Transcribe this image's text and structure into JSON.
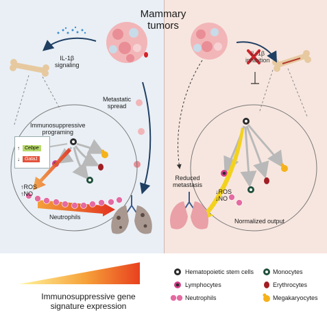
{
  "title": "Mammary\ntumors",
  "left": {
    "il1b": "IL-1β\nsignaling",
    "metastatic": "Metastatic\nspread",
    "programing": "Immunosuppressive\nprograming",
    "gene_up": "Cebpe",
    "gene_down": "Gata1",
    "ros": "↑ROS\n↑NO",
    "neutrophils": "Neutrophils"
  },
  "right": {
    "inhibition": "IL-1β\ninhibition",
    "reduced": "Reduced\nmetastasis",
    "ros": "↓ROS\n↓NO",
    "normalized": "Normalized output"
  },
  "bottom": {
    "gradient_label": "Immunosuppressive gene\nsignature expression",
    "legend": [
      {
        "label": "Hematopoietic stem cells",
        "color": "#2b2b2b",
        "icon": "hsc-icon"
      },
      {
        "label": "Monocytes",
        "color": "#1f4f3a",
        "icon": "monocyte-icon"
      },
      {
        "label": "Lymphocytes",
        "color": "#d63c8a",
        "icon": "lymphocyte-icon"
      },
      {
        "label": "Erythrocytes",
        "color": "#a01e24",
        "icon": "erythrocyte-icon"
      },
      {
        "label": "Neutrophils",
        "color": "#e46aa2",
        "icon": "neutrophil-icon"
      },
      {
        "label": "Megakaryocytes",
        "color": "#f5b21b",
        "icon": "megakaryocyte-icon"
      }
    ]
  },
  "colors": {
    "left_bg": "#e9eff5",
    "right_bg": "#f7e6df",
    "arrow_dark": "#1f3f63",
    "gradient_start": "#fff6a0",
    "gradient_end": "#e8411e"
  }
}
